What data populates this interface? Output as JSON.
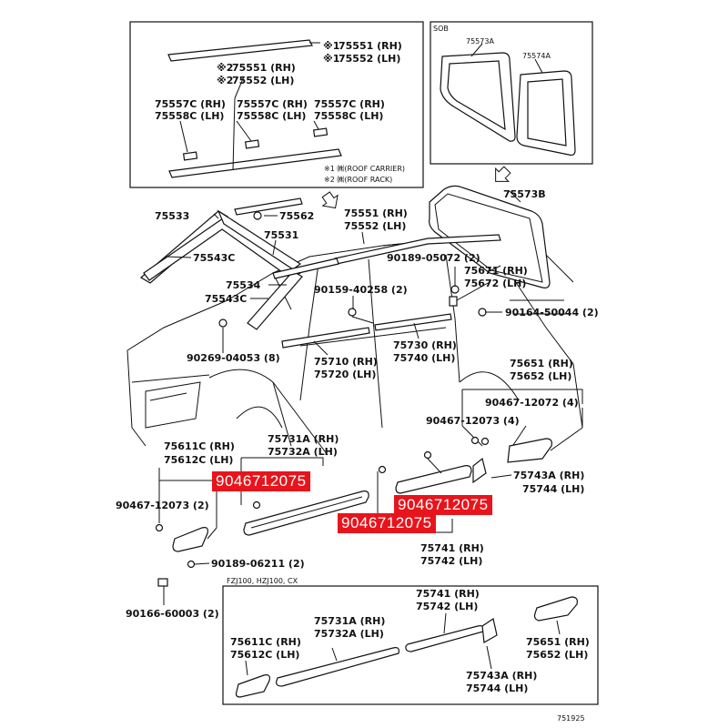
{
  "diagram": {
    "inset_top_left_labels": [
      "75551 (RH)",
      "75552 (LH)",
      "75551 (RH)",
      "75552 (LH)",
      "75557C (RH)",
      "75558C (LH)",
      "75557C (RH)",
      "75558C (LH)",
      "75557C (RH)",
      "75558C (LH)"
    ],
    "inset_marks": [
      "※1",
      "※1",
      "※2",
      "※2"
    ],
    "inset_notes": [
      "※1 ㈱(ROOF CARRIER)",
      "※2 ㈱(ROOF RACK)"
    ],
    "inset_top_right_title": "SOB",
    "inset_top_right_labels": [
      "75573A",
      "75574A"
    ],
    "main_labels": {
      "p75573B": "75573B",
      "p75533": "75533",
      "p75562": "75562",
      "p75551": "75551 (RH)",
      "p75552": "75552 (LH)",
      "p75531": "75531",
      "p75543C_a": "75543C",
      "p90189_05072": "90189-05072 (2)",
      "p75671": "75671 (RH)",
      "p75672": "75672 (LH)",
      "p75534": "75534",
      "p75543C_b": "75543C",
      "p90159": "90159-40258 (2)",
      "p90164": "90164-50044 (2)",
      "p90269": "90269-04053 (8)",
      "p75710": "75710 (RH)",
      "p75720": "75720 (LH)",
      "p75730": "75730 (RH)",
      "p75740": "75740 (LH)",
      "p75651": "75651 (RH)",
      "p75652": "75652 (LH)",
      "p90467_12072": "90467-12072 (4)",
      "p90467_12073_4": "90467-12073 (4)",
      "p75611C": "75611C (RH)",
      "p75612C": "75612C (LH)",
      "p75731A": "75731A (RH)",
      "p75732A": "75732A (LH)",
      "p75743A": "75743A (RH)",
      "p75744": "75744 (LH)",
      "p90467_12073_2": "90467-12073 (2)",
      "p75741": "75741 (RH)",
      "p75742": "75742 (LH)",
      "p90189_06211": "90189-06211 (2)",
      "p90166": "90166-60003 (2)"
    },
    "bottom_inset_title": "FZJ100, HZJ100, CX",
    "bottom_inset_labels": {
      "b75741": "75741 (RH)",
      "b75742": "75742 (LH)",
      "b75731A": "75731A (RH)",
      "b75732A": "75732A (LH)",
      "b75611C": "75611C (RH)",
      "b75612C": "75612C (LH)",
      "b75651": "75651 (RH)",
      "b75652": "75652 (LH)",
      "b75743A": "75743A (RH)",
      "b75744": "75744 (LH)"
    },
    "figure_code": "751925",
    "highlight_part_numbers": [
      "9046712075",
      "9046712075",
      "9046712075"
    ],
    "highlight_color": "#e8141c"
  }
}
